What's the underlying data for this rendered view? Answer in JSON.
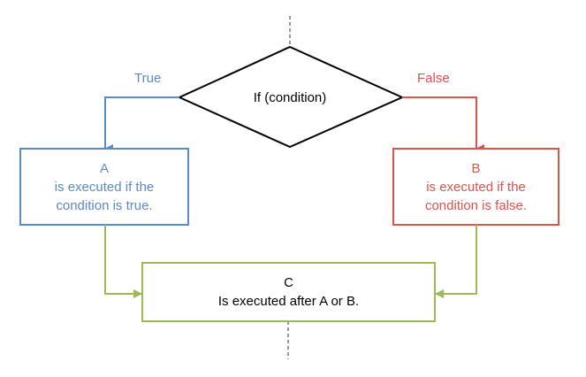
{
  "colors": {
    "true_branch": "#5b8ac6",
    "false_branch": "#d9534f",
    "merge": "#9bbb59",
    "decision": "#000000",
    "dashed": "#999999"
  },
  "decision": {
    "label": "If (condition)"
  },
  "edges": {
    "true_label": "True",
    "false_label": "False"
  },
  "box_a": {
    "title": "A",
    "line1": "is executed if the",
    "line2": "condition is true."
  },
  "box_b": {
    "title": "B",
    "line1": "is executed if the",
    "line2": "condition is false."
  },
  "box_c": {
    "title": "C",
    "line1": "Is executed after A or B."
  }
}
